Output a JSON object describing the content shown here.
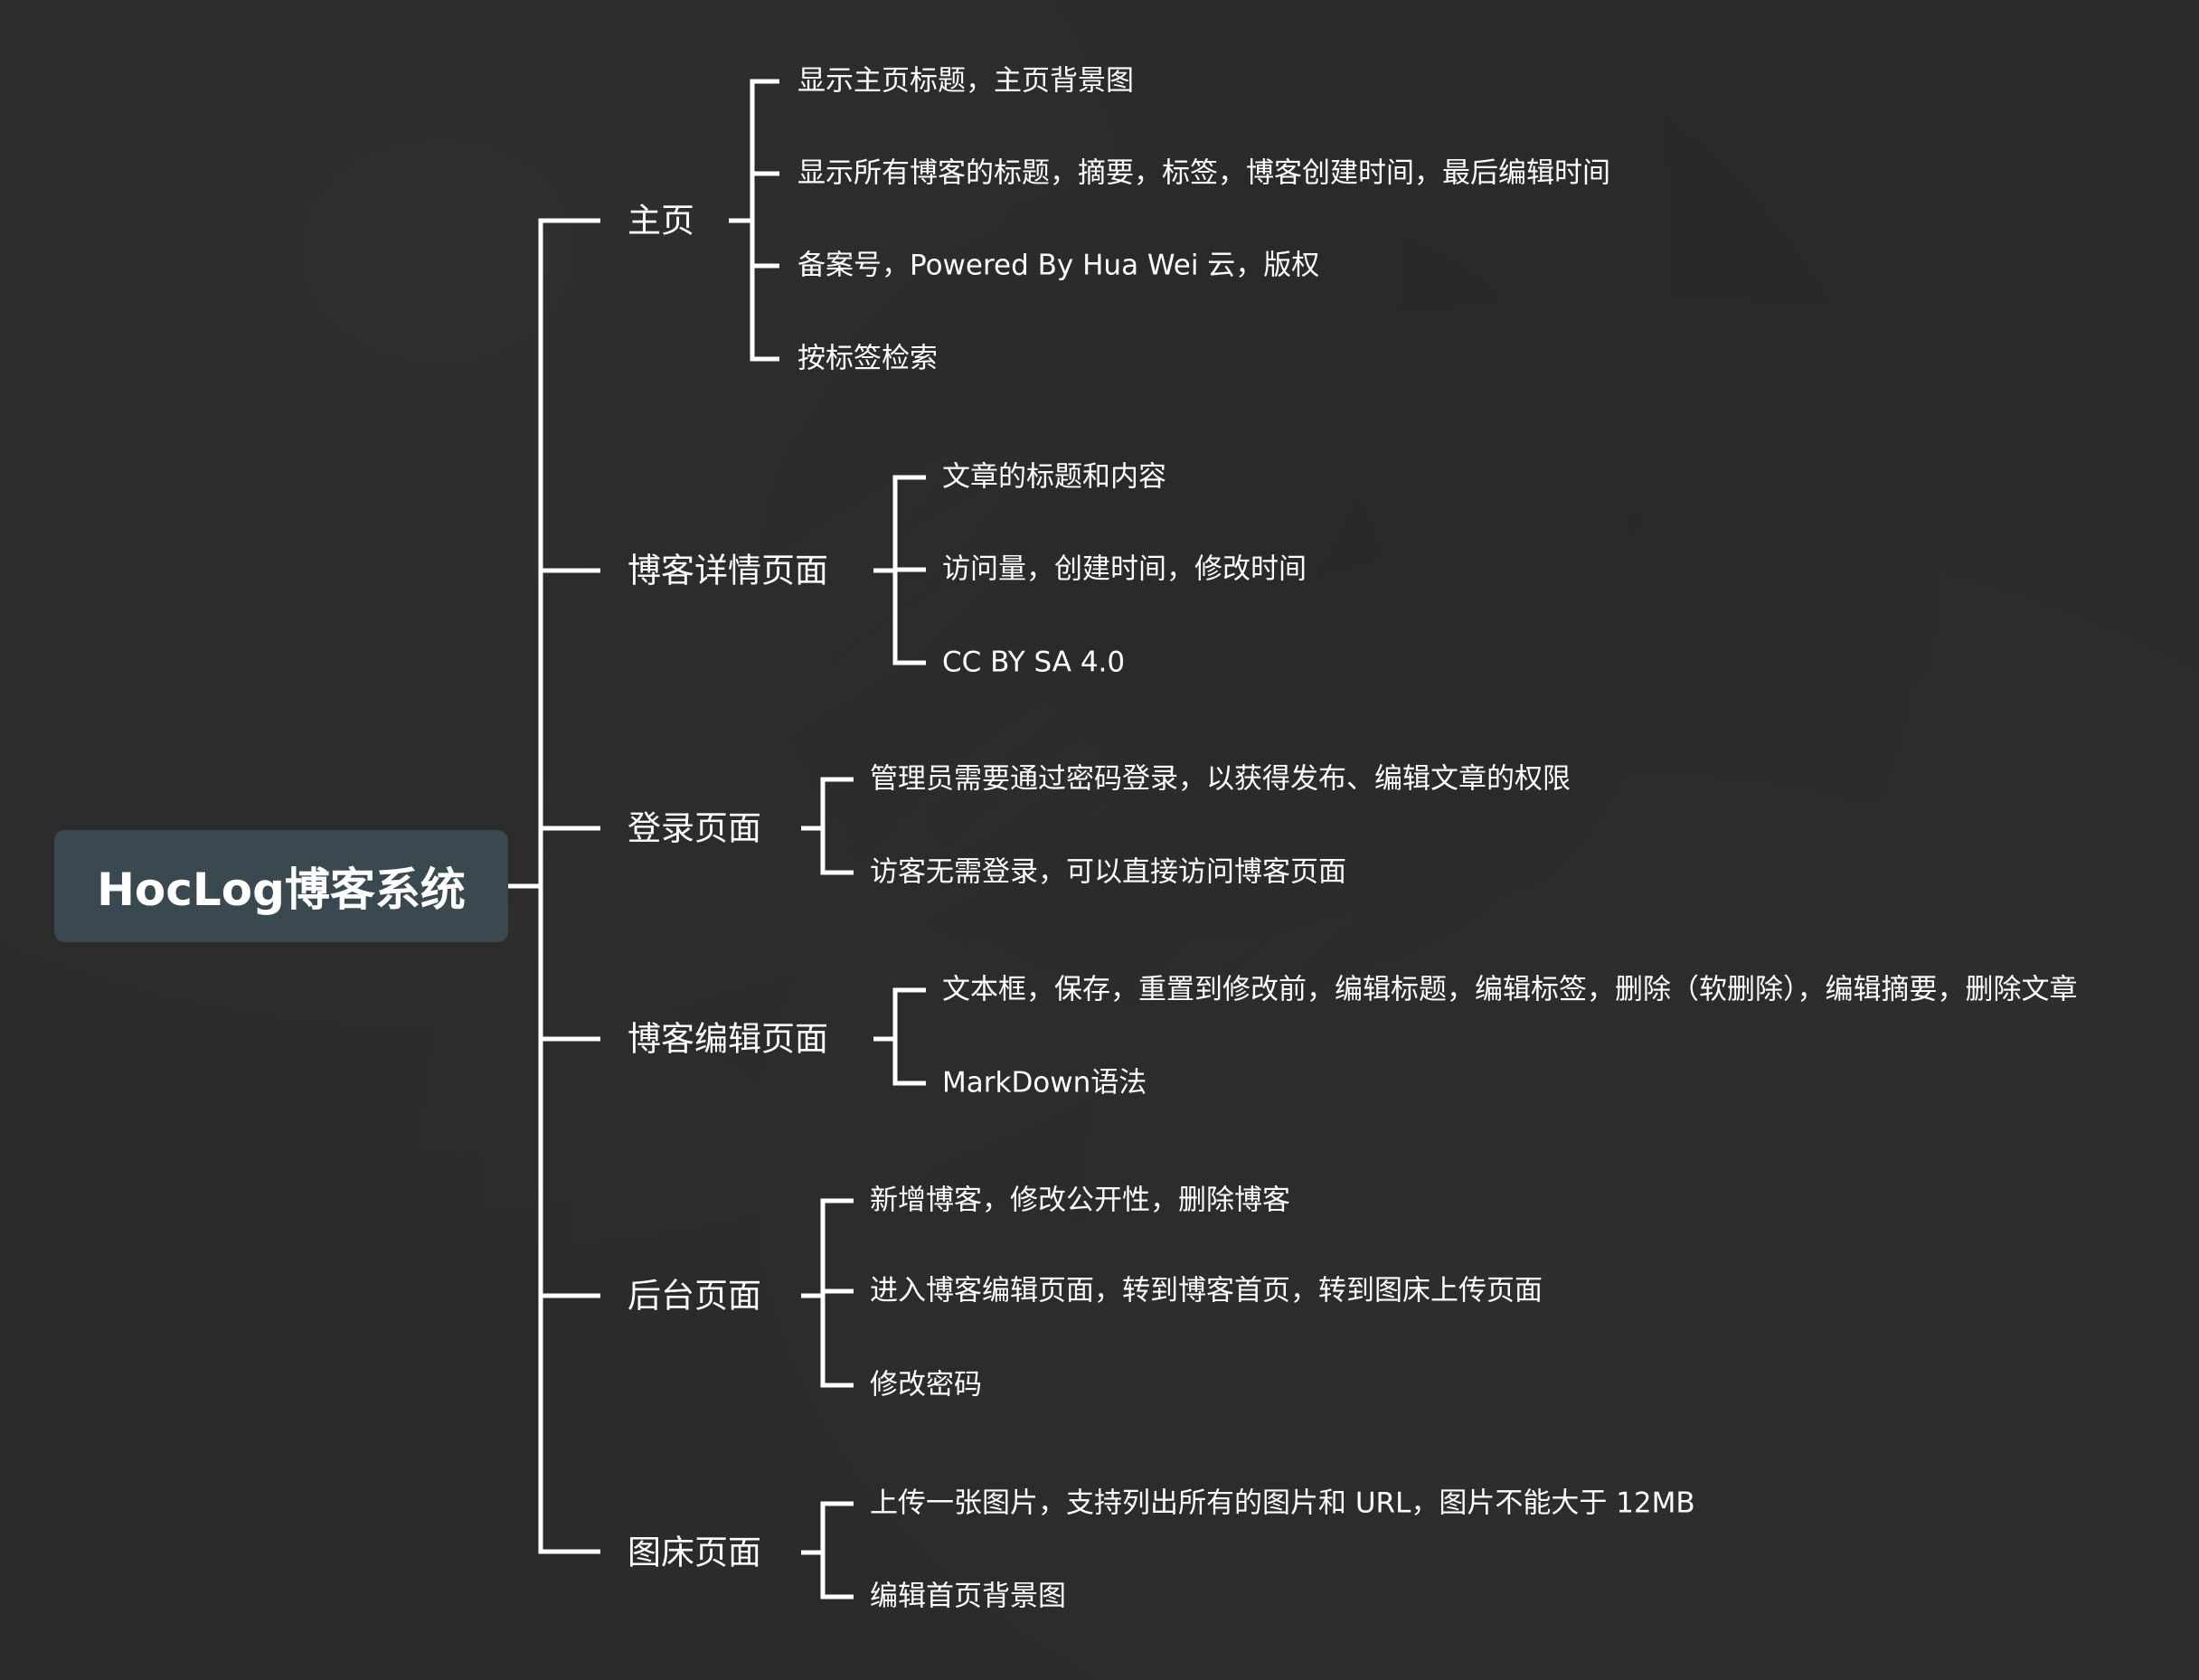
{
  "root": {
    "label": "HocLog博客系统"
  },
  "branches": [
    {
      "label": "主页",
      "items": [
        "显示主页标题，主页背景图",
        "显示所有博客的标题，摘要，标签，博客创建时间，最后编辑时间",
        "备案号，Powered By Hua Wei 云，版权",
        "按标签检索"
      ]
    },
    {
      "label": "博客详情页面",
      "items": [
        "文章的标题和内容",
        "访问量，创建时间，修改时间",
        "CC BY SA 4.0"
      ]
    },
    {
      "label": "登录页面",
      "items": [
        "管理员需要通过密码登录，以获得发布、编辑文章的权限",
        "访客无需登录，可以直接访问博客页面"
      ]
    },
    {
      "label": "博客编辑页面",
      "items": [
        "文本框，保存，重置到修改前，编辑标题，编辑标签，删除（软删除），编辑摘要，删除文章",
        "MarkDown语法"
      ]
    },
    {
      "label": "后台页面",
      "items": [
        "新增博客，修改公开性，删除博客",
        "进入博客编辑页面，转到博客首页，转到图床上传页面",
        "修改密码"
      ]
    },
    {
      "label": "图床页面",
      "items": [
        "上传一张图片，支持列出所有的图片和 URL，图片不能大于 12MB",
        "编辑首页背景图"
      ]
    }
  ],
  "colors": {
    "background": "#2a2a2a",
    "root_fill": "#3a4850",
    "line": "#ffffff",
    "text": "#ffffff"
  }
}
